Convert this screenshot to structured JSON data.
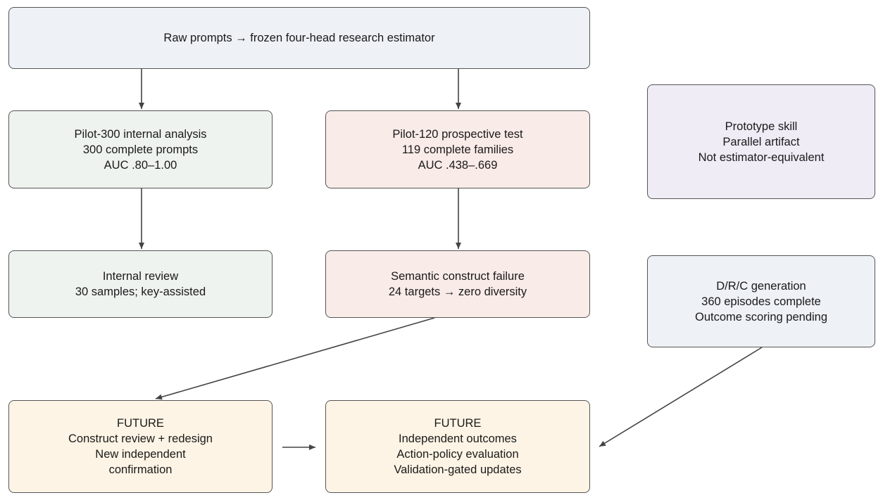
{
  "colors": {
    "blue": "#eef1f6",
    "green": "#eef3f0",
    "red": "#f9ebe8",
    "purple": "#efecf6",
    "future": "#fdf4e5",
    "border": "#555555",
    "edge": "#444444"
  },
  "nodes": {
    "top": {
      "lines": [
        "Raw prompts → frozen four-head research estimator"
      ]
    },
    "pilot300": {
      "lines": [
        "Pilot-300 internal analysis",
        "300 complete prompts",
        "AUC .80–1.00"
      ]
    },
    "pilot120": {
      "lines": [
        "Pilot-120 prospective test",
        "119 complete families",
        "AUC .438–.669"
      ]
    },
    "prototype": {
      "lines": [
        "Prototype skill",
        "Parallel artifact",
        "Not estimator-equivalent"
      ]
    },
    "review": {
      "lines": [
        "Internal review",
        "30 samples; key-assisted"
      ]
    },
    "semantic": {
      "lines": [
        "Semantic construct failure",
        "24 targets → zero diversity"
      ]
    },
    "drc": {
      "lines": [
        "D/R/C generation",
        "360 episodes complete",
        "Outcome scoring pending"
      ]
    },
    "future1": {
      "lines": [
        "FUTURE",
        "Construct review + redesign",
        "New independent",
        "confirmation"
      ]
    },
    "future2": {
      "lines": [
        "FUTURE",
        "Independent outcomes",
        "Action-policy evaluation",
        "Validation-gated updates"
      ]
    }
  }
}
